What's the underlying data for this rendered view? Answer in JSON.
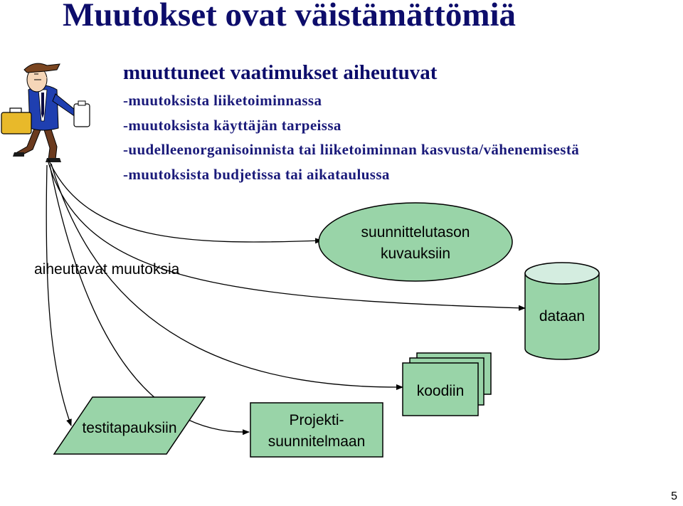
{
  "title": "Muutokset ovat väistämättömiä",
  "subtitle": "muuttuneet vaatimukset aiheutuvat",
  "bullets": [
    "-muutoksista liiketoiminnassa",
    "-muutoksista käyttäjän tarpeissa",
    "-uudelleenorganisoinnista tai liiketoiminnan kasvusta/vähenemisestä",
    "-muutoksista budjetissa tai aikataulussa"
  ],
  "nodes": {
    "source_label": "aiheuttavat muutoksia",
    "ellipse_line1": "suunnittelutason",
    "ellipse_line2": "kuvauksiin",
    "cylinder_label": "dataan",
    "documents_label": "koodiin",
    "parallelogram_label": "testitapauksiin",
    "rect_line1": "Projekti-",
    "rect_line2": "suunnitelmaan"
  },
  "colors": {
    "shape_fill": "#99d4a8",
    "cylinder_top": "#d4ede0",
    "title": "#0d0d6b",
    "bullets": "#1a1a7a"
  },
  "page_number": "5",
  "icons": [
    "businessman-clipart-icon"
  ]
}
